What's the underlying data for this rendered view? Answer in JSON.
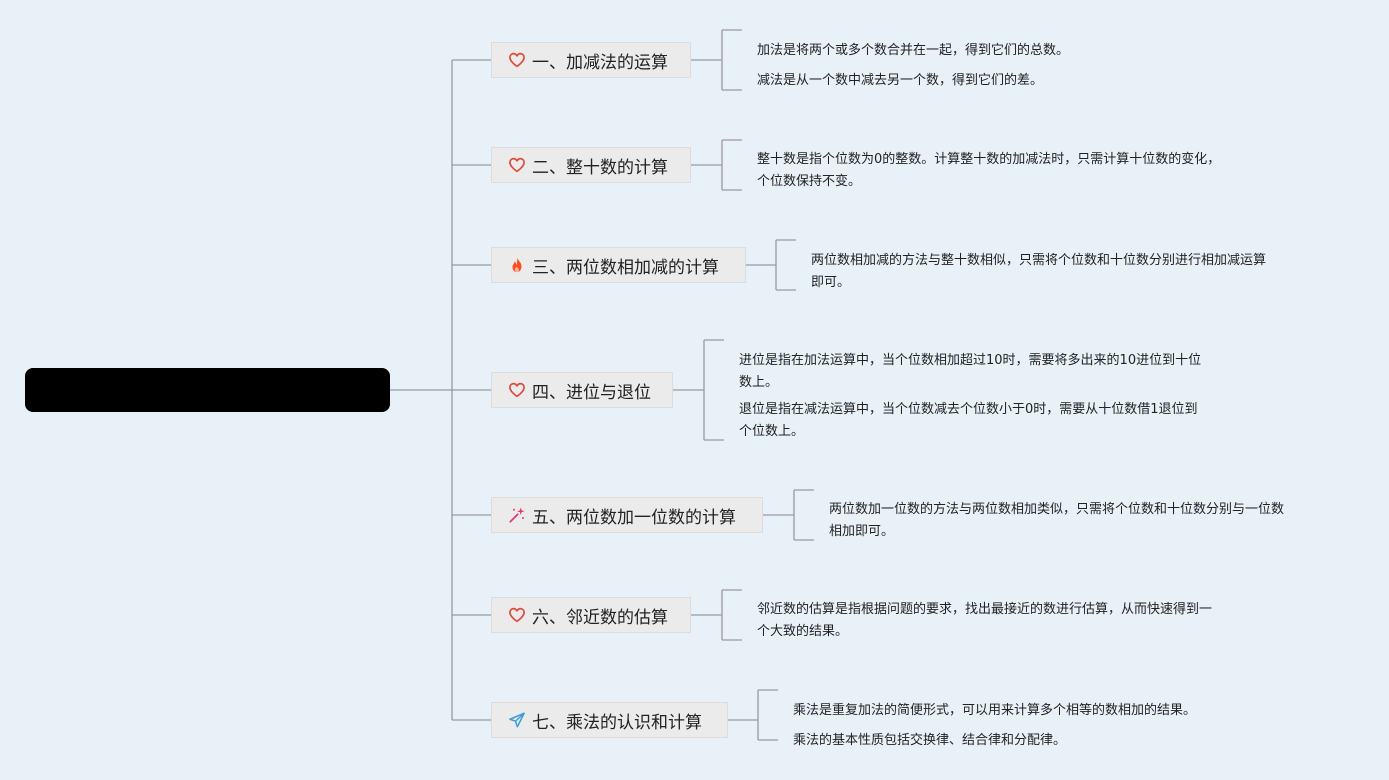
{
  "colors": {
    "background": "#e8f0f8",
    "root": "#000000",
    "branch_fill": "#ebebeb",
    "line": "#9a9a9a",
    "heart": "#e04a3a",
    "fire": "#ff4a1f",
    "sparkle": "#e8336b",
    "plane": "#3aa0d8"
  },
  "root": {
    "title": ""
  },
  "branches": [
    {
      "icon": "heart-icon",
      "title": "一、加减法的运算",
      "leaves": [
        "加法是将两个或多个数合并在一起，得到它们的总数。",
        "减法是从一个数中减去另一个数，得到它们的差。"
      ]
    },
    {
      "icon": "heart-icon",
      "title": "二、整十数的计算",
      "leaves": [
        "整十数是指个位数为0的整数。计算整十数的加减法时，只需计算十位数的变化，\n个位数保持不变。"
      ]
    },
    {
      "icon": "fire-icon",
      "title": "三、两位数相加减的计算",
      "leaves": [
        "两位数相加减的方法与整十数相似，只需将个位数和十位数分别进行相加减运算\n即可。"
      ]
    },
    {
      "icon": "heart-icon",
      "title": "四、进位与退位",
      "leaves": [
        "进位是指在加法运算中，当个位数相加超过10时，需要将多出来的10进位到十位\n数上。",
        "退位是指在减法运算中，当个位数减去个位数小于0时，需要从十位数借1退位到\n个位数上。"
      ]
    },
    {
      "icon": "sparkle-icon",
      "title": "五、两位数加一位数的计算",
      "leaves": [
        "两位数加一位数的方法与两位数相加类似，只需将个位数和十位数分别与一位数\n相加即可。"
      ]
    },
    {
      "icon": "heart-icon",
      "title": "六、邻近数的估算",
      "leaves": [
        "邻近数的估算是指根据问题的要求，找出最接近的数进行估算，从而快速得到一\n个大致的结果。"
      ]
    },
    {
      "icon": "paper-plane-icon",
      "title": "七、乘法的认识和计算",
      "leaves": [
        "乘法是重复加法的简便形式，可以用来计算多个相等的数相加的结果。",
        "乘法的基本性质包括交换律、结合律和分配律。"
      ]
    }
  ]
}
